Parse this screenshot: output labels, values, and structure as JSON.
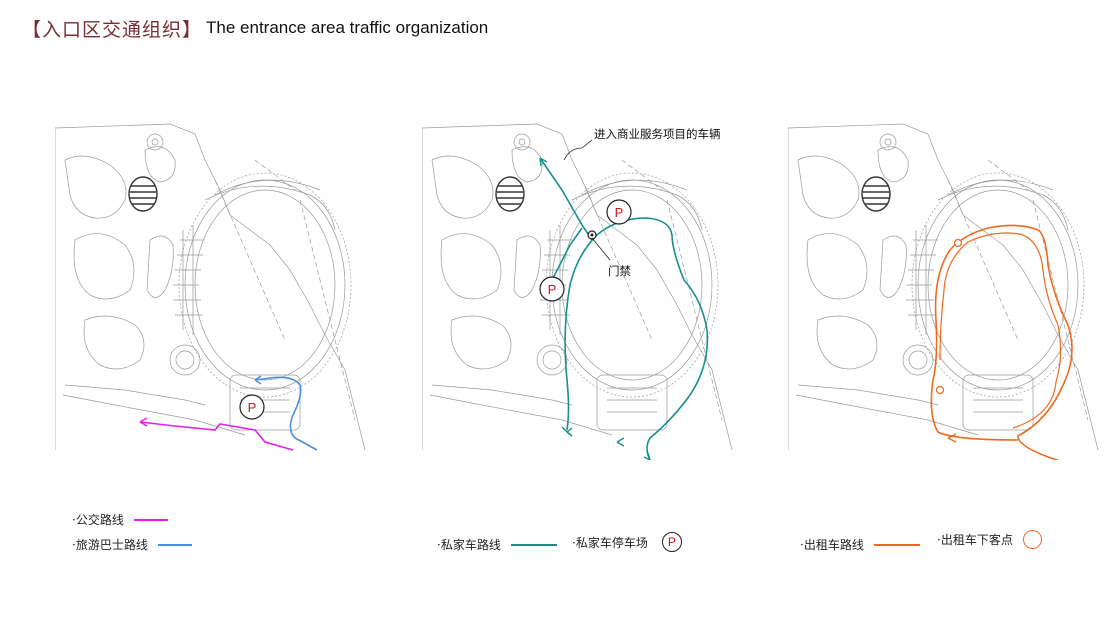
{
  "title": {
    "cn": "【入口区交通组织】",
    "en": "The entrance area traffic organization"
  },
  "panels": [
    {
      "id": "bus",
      "parking_label": "P",
      "legend": [
        {
          "label": "·公交路线",
          "color": "#e61ee6"
        },
        {
          "label": "·旅游巴士路线",
          "color": "#4a90e2"
        }
      ]
    },
    {
      "id": "private",
      "parking_label": "P",
      "annotations": {
        "service_vehicles": "进入商业服务项目的车辆",
        "gate": "门禁"
      },
      "legend": [
        {
          "label": "·私家车路线",
          "color": "#16908c"
        },
        {
          "label": "·私家车停车场",
          "symbol": "P"
        }
      ]
    },
    {
      "id": "taxi",
      "legend": [
        {
          "label": "·出租车路线",
          "color": "#ee6a1f"
        },
        {
          "label": "·出租车下客点",
          "symbol": "ring"
        }
      ]
    }
  ],
  "colors": {
    "title_accent": "#7a2e34",
    "bus": "#e61ee6",
    "tour_bus": "#4a90e2",
    "private_car": "#16908c",
    "taxi": "#ee6a1f",
    "parking_p": "#d4121f"
  }
}
